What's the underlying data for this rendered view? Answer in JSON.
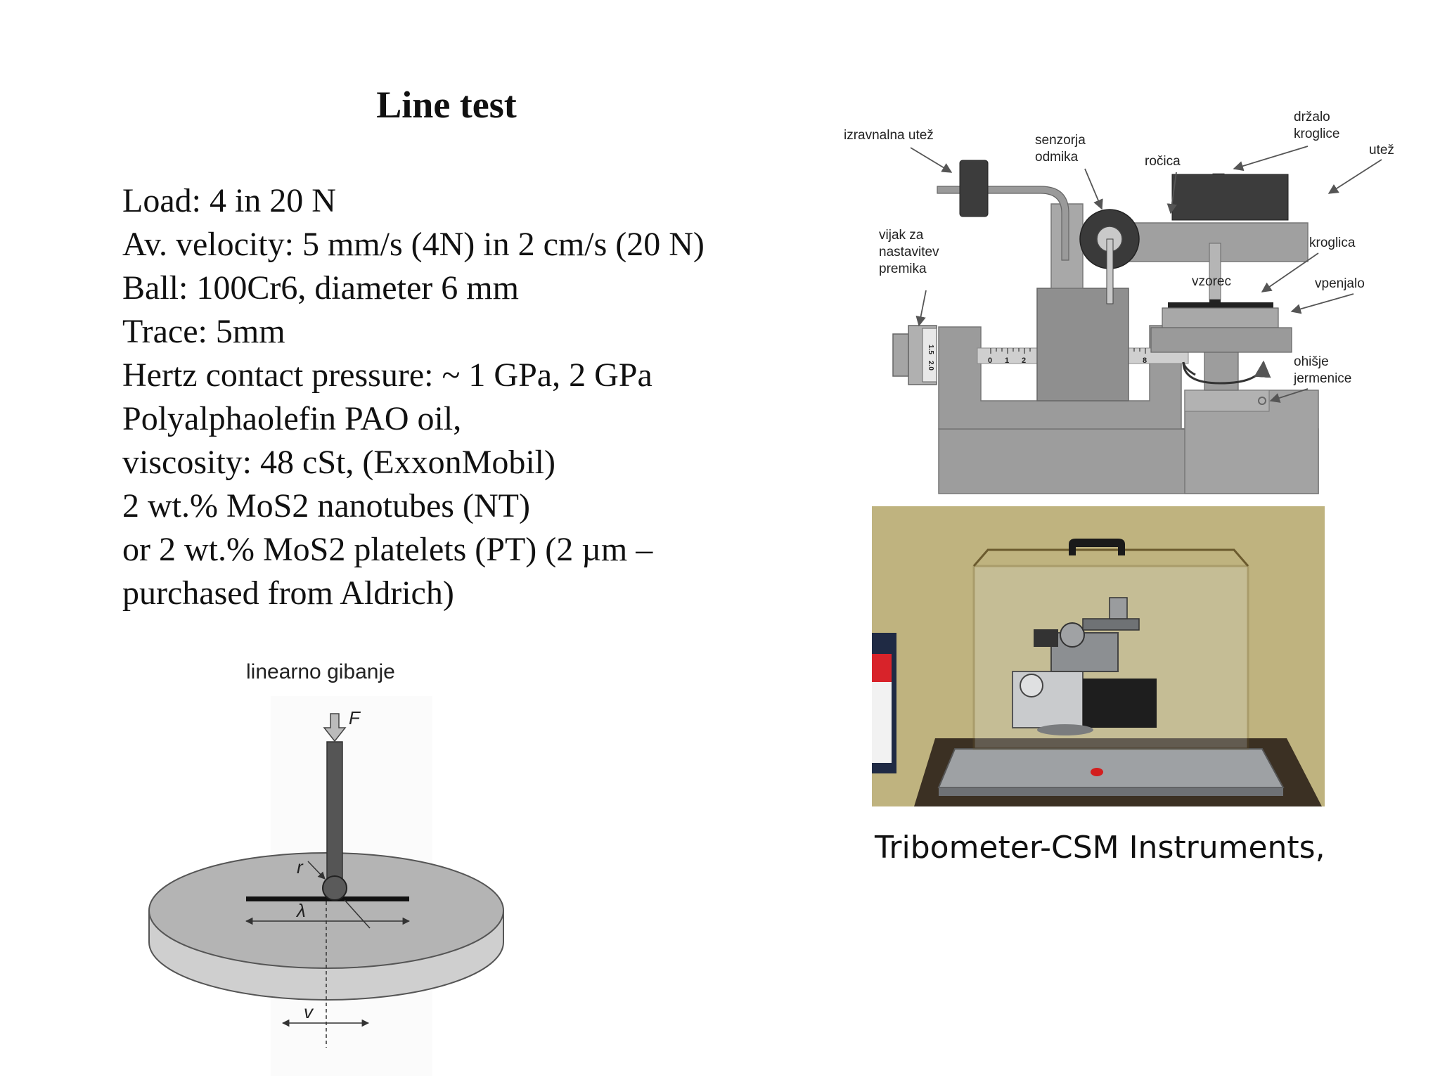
{
  "slide": {
    "title": "Line test",
    "lines": [
      "Load: 4 in 20 N",
      "Av. velocity: 5 mm/s (4N) in 2 cm/s (20 N)",
      "Ball: 100Cr6, diameter 6 mm",
      "Trace: 5mm",
      "Hertz contact pressure: ~ 1 GPa, 2 GPa",
      "Polyalphaolefin PAO oil,",
      "viscosity: 48 cSt, (ExxonMobil)",
      "2 wt.% MoS2 nanotubes (NT)",
      "or 2 wt.% MoS2 platelets (PT) (2 µm –",
      "purchased from Aldrich)"
    ],
    "caption": "Tribometer-CSM Instruments,"
  },
  "motion_diagram": {
    "label": "linearno gibanje",
    "force": "F",
    "radius": "r",
    "lambda": "λ",
    "velocity": "v"
  },
  "tribometer_diagram": {
    "labels": {
      "izravnalna_utez": "izravnalna utež",
      "senzorja_1": "senzorja",
      "senzorja_2": "odmika",
      "rocica": "ročica",
      "drzalo_1": "držalo",
      "drzalo_2": "kroglice",
      "utez": "utež",
      "vijak_1": "vijak za",
      "vijak_2": "nastavitev",
      "vijak_3": "premika",
      "kroglica": "kroglica",
      "vzorec": "vzorec",
      "vpenjalo": "vpenjalo",
      "ohisje_1": "ohišje",
      "ohisje_2": "jermenice"
    },
    "scale_ticks": [
      "0",
      "1",
      "2",
      "8"
    ],
    "drum_ticks": [
      "1.5",
      "2.0"
    ]
  }
}
